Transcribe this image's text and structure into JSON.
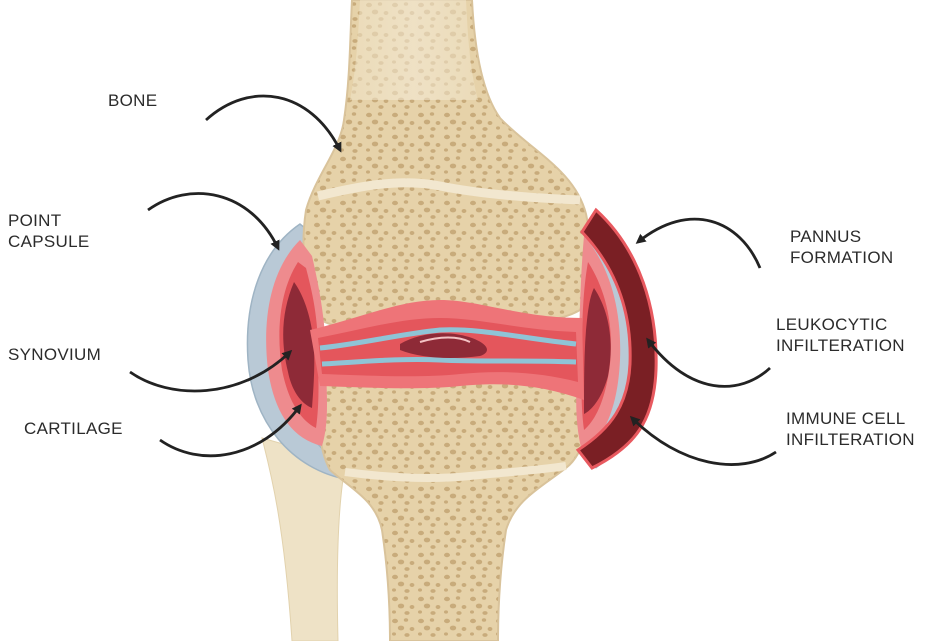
{
  "labels": {
    "bone": "BONE",
    "joint_capsule": [
      "POINT",
      "CAPSULE"
    ],
    "synovium": "SYNOVIUM",
    "cartilage": "CARTILAGE",
    "pannus": [
      "PANNUS",
      "FORMATION"
    ],
    "leukocytic": [
      "LEUKOCYTIC",
      "INFILTERATION"
    ],
    "immune": [
      "IMMUNE CELL",
      "INFILTERATION"
    ]
  },
  "colors": {
    "bone_fill": "#e8d5ae",
    "bone_dots": "#c9ae7f",
    "capsule": "#b9c9d6",
    "synovium_red": "#e8595f",
    "synovium_dark": "#8e2a37",
    "pannus": "#7a1f24",
    "cartilage_blue": "#8fc4d6",
    "arrow": "#222222"
  }
}
